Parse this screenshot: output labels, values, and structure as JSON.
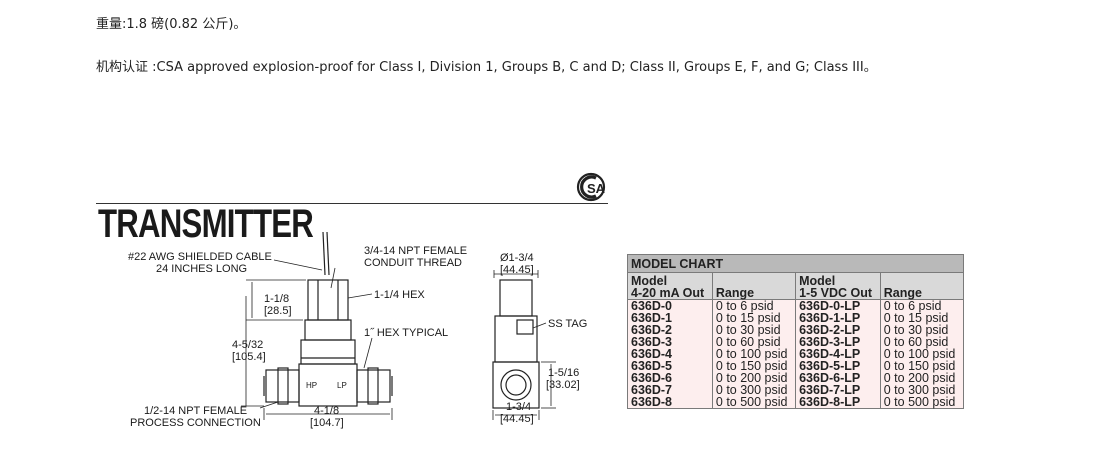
{
  "weight_text": "重量:1.8 磅(0.82 公斤)。",
  "certification_text": "机构认证 :CSA approved explosion-proof for Class I, Division 1, Groups B, C and D; Class II, Groups E, F, and G; Class III。",
  "figure": {
    "title": "TRANSMITTER",
    "logo_text": "SA",
    "labels": {
      "cable": [
        "#22 AWG SHIELDED CABLE",
        "24 INCHES LONG"
      ],
      "conduit": [
        "3/4-14 NPT FEMALE",
        "CONDUIT THREAD"
      ],
      "hex_top": "1-1/4 HEX",
      "top_dim": [
        "1-1/8",
        "[28.5]"
      ],
      "hex_typical": "1˝ HEX TYPICAL",
      "height_dim": [
        "4-5/32",
        "[105.4]"
      ],
      "hp": "HP",
      "lp": "LP",
      "process": [
        "1/2-14 NPT FEMALE",
        "PROCESS CONNECTION"
      ],
      "width_dim": [
        "4-1/8",
        "[104.7]"
      ],
      "diameter": [
        "Ø1-3/4",
        "[44.45]"
      ],
      "ss_tag": "SS TAG",
      "side_dim": [
        "1-5/16",
        "[33.02]"
      ],
      "depth_dim": [
        "1-3/4",
        "[44.45]"
      ]
    }
  },
  "model_chart": {
    "title": "MODEL CHART",
    "headers": [
      [
        "Model",
        "4-20 mA Out"
      ],
      [
        "Range"
      ],
      [
        "Model",
        "1-5 VDC Out"
      ],
      [
        "Range"
      ]
    ],
    "rows": [
      [
        "636D-0",
        "0 to 6 psid",
        "636D-0-LP",
        "0 to 6 psid"
      ],
      [
        "636D-1",
        "0 to 15 psid",
        "636D-1-LP",
        "0 to 15 psid"
      ],
      [
        "636D-2",
        "0 to 30 psid",
        "636D-2-LP",
        "0 to 30 psid"
      ],
      [
        "636D-3",
        "0 to 60 psid",
        "636D-3-LP",
        "0 to 60 psid"
      ],
      [
        "636D-4",
        "0 to 100 psid",
        "636D-4-LP",
        "0 to 100 psid"
      ],
      [
        "636D-5",
        "0 to 150 psid",
        "636D-5-LP",
        "0 to 150 psid"
      ],
      [
        "636D-6",
        "0 to 200 psid",
        "636D-6-LP",
        "0 to 200 psid"
      ],
      [
        "636D-7",
        "0 to 300 psid",
        "636D-7-LP",
        "0 to 300 psid"
      ],
      [
        "636D-8",
        "0 to 500 psid",
        "636D-8-LP",
        "0 to 500 psid"
      ]
    ]
  }
}
